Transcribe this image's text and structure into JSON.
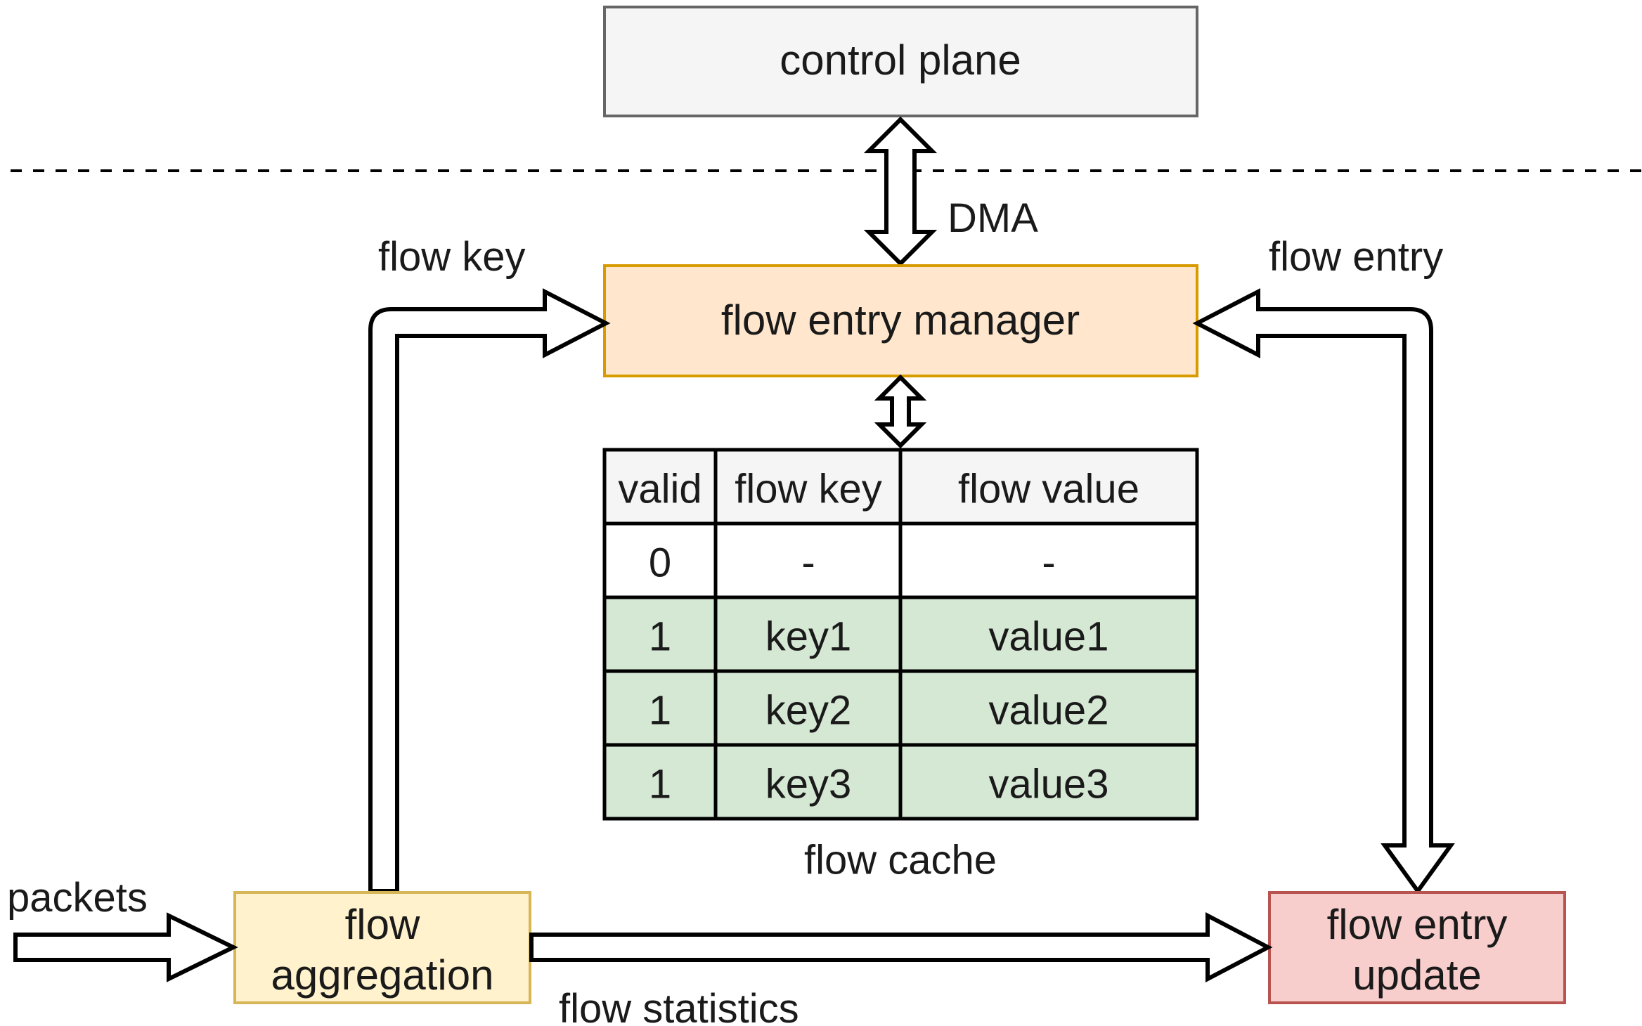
{
  "colors": {
    "control_plane_fill": "#f5f5f5",
    "control_plane_stroke": "#666666",
    "manager_fill": "#ffe6cc",
    "manager_stroke": "#d79b00",
    "aggregation_fill": "#fff2cc",
    "aggregation_stroke": "#d6b656",
    "update_fill": "#f8cecc",
    "update_stroke": "#b85450",
    "table_header_fill": "#f5f5f5",
    "table_valid_fill": "#d5e8d4",
    "table_empty_fill": "#ffffff"
  },
  "boxes": {
    "control_plane": "control plane",
    "flow_entry_manager": "flow entry manager",
    "flow_aggregation_line1": "flow",
    "flow_aggregation_line2": "aggregation",
    "flow_entry_update_line1": "flow entry",
    "flow_entry_update_line2": "update"
  },
  "labels": {
    "dma": "DMA",
    "flow_key": "flow key",
    "flow_entry": "flow entry",
    "packets": "packets",
    "flow_statistics": "flow statistics",
    "flow_cache": "flow cache"
  },
  "table": {
    "headers": [
      "valid",
      "flow key",
      "flow value"
    ],
    "rows": [
      [
        "0",
        "-",
        "-"
      ],
      [
        "1",
        "key1",
        "value1"
      ],
      [
        "1",
        "key2",
        "value2"
      ],
      [
        "1",
        "key3",
        "value3"
      ]
    ]
  }
}
